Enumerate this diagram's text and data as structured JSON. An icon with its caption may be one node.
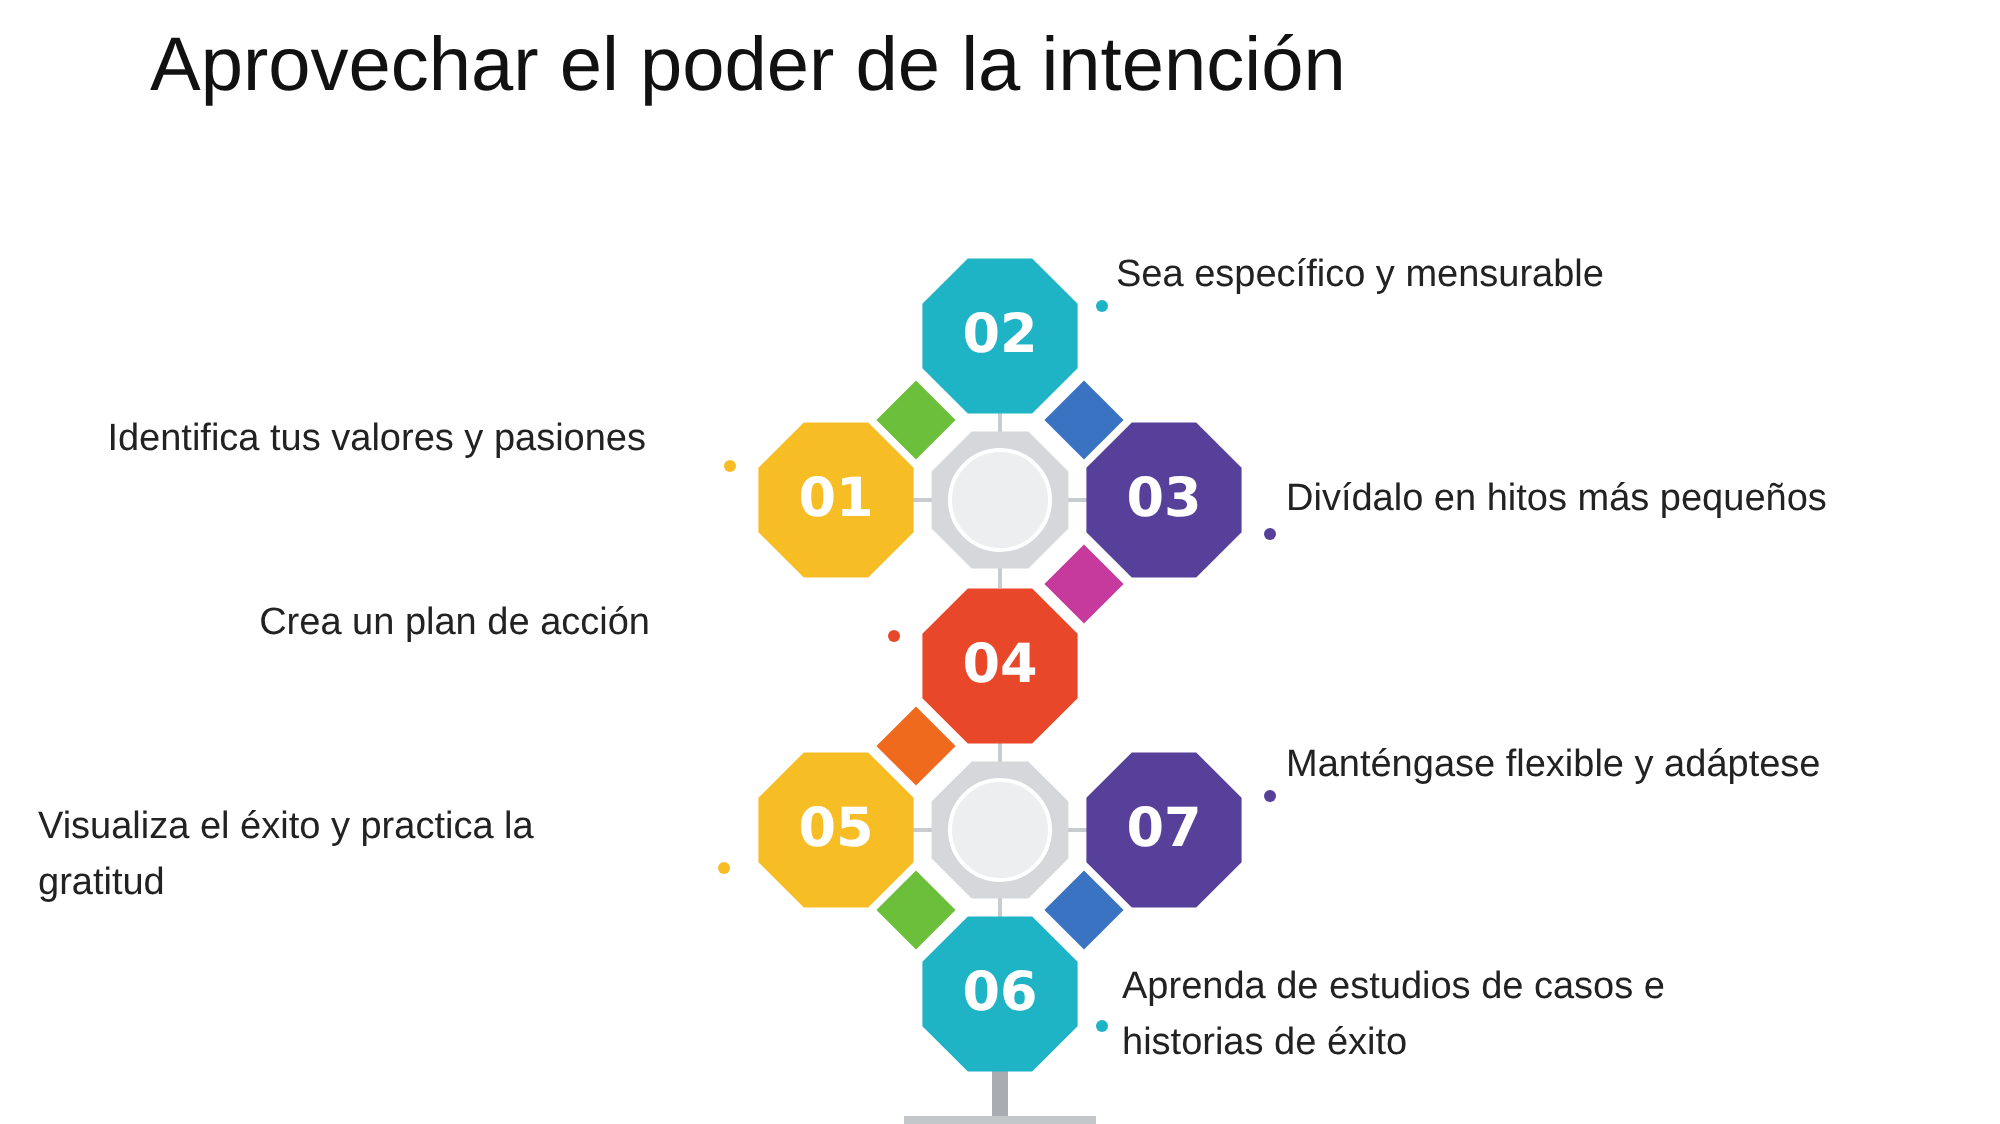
{
  "diagram": {
    "title": "Aprovechar el poder de la intención",
    "nodes": [
      {
        "text": [
          "02"
        ],
        "beside": [
          "Sea específico y mensurable"
        ]
      },
      {
        "text": [
          "01"
        ],
        "beside": [
          "Identifica tus valores y pasiones"
        ]
      },
      {
        "text": [
          "03"
        ],
        "beside": [
          "Divídalo en hitos más pequeños"
        ]
      },
      {
        "text": [
          "04"
        ]
      },
      {
        "text": [
          "05"
        ]
      },
      {
        "text": [
          "07"
        ],
        "beside": [
          "Manténgase flexible y adáptese"
        ]
      },
      {
        "text": [
          "06"
        ],
        "beside": [
          "Aprenda de estudios de casos e historias de éxito"
        ]
      }
    ],
    "edges": [],
    "labels": [
      "Crea un plan de acción",
      "Visualiza el éxito y practica la gratitud"
    ]
  }
}
